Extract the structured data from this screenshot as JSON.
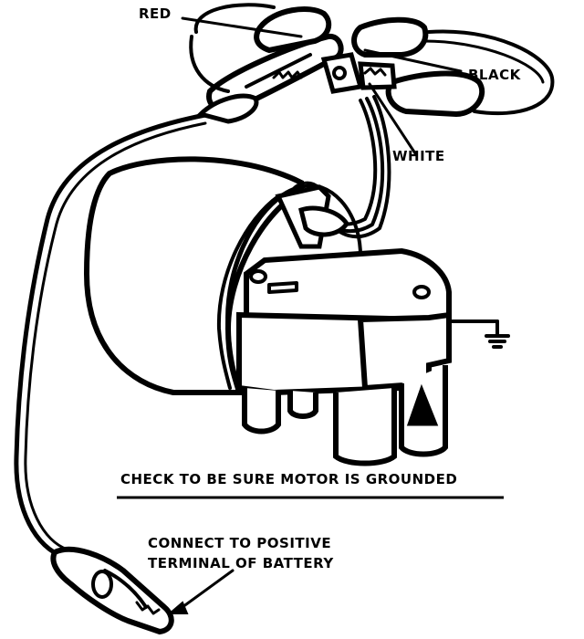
{
  "labels": {
    "red": "RED",
    "black": "BLACK",
    "white": "WHITE",
    "ground_note": "CHECK TO BE SURE MOTOR IS GROUNDED",
    "battery_line1": "CONNECT TO POSITIVE",
    "battery_line2": "TERMINAL OF BATTERY"
  },
  "colors": {
    "ink": "#000000",
    "background": "#ffffff"
  }
}
